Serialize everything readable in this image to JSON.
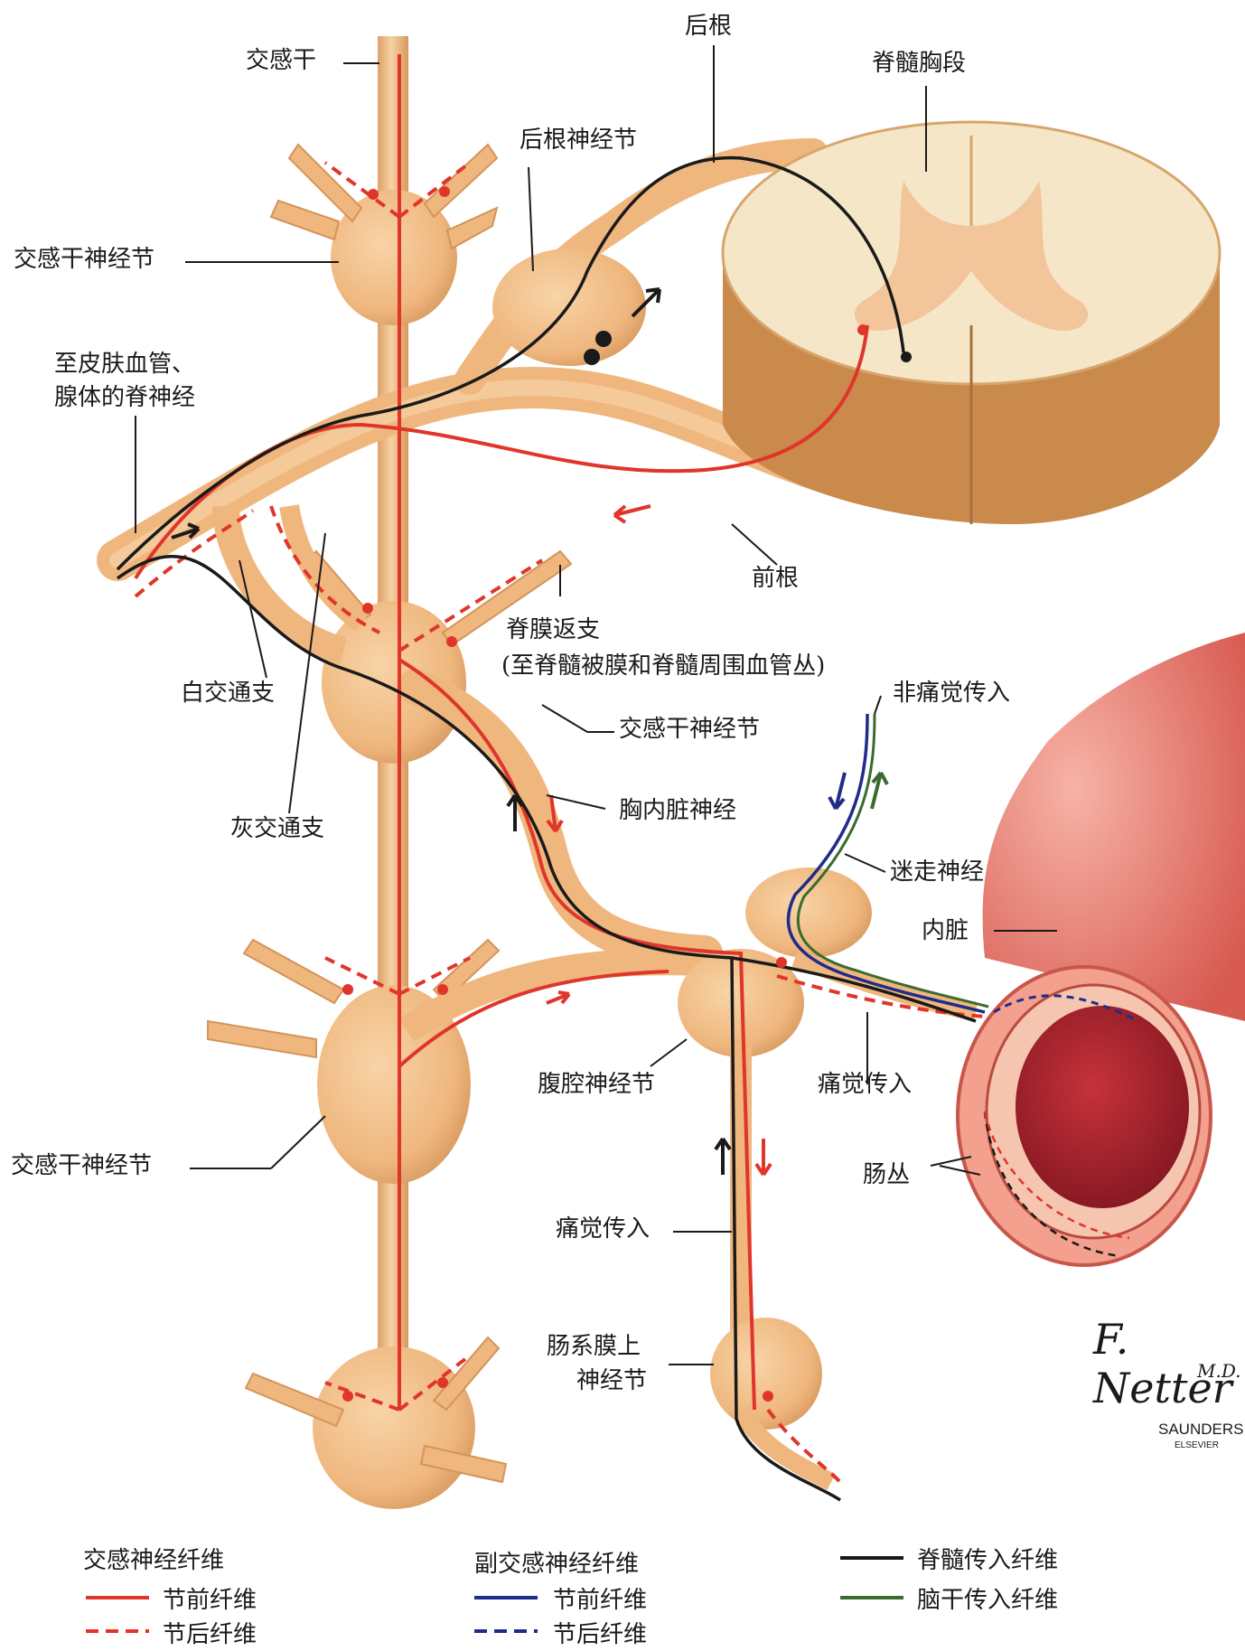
{
  "labels": {
    "sympathetic_trunk": "交感干",
    "dorsal_root": "后根",
    "spinal_cord_thoracic": "脊髓胸段",
    "dorsal_root_ganglion": "后根神经节",
    "sympathetic_ganglion_1": "交感干神经节",
    "to_skin_line1": "至皮肤血管、",
    "to_skin_line2": "腺体的脊神经",
    "ventral_root": "前根",
    "meningeal_branch": "脊膜返支",
    "meningeal_branch_note": "(至脊髓被膜和脊髓周围血管丛)",
    "white_ramus": "白交通支",
    "sympathetic_ganglion_2": "交感干神经节",
    "non_pain_afferent": "非痛觉传入",
    "gray_ramus": "灰交通支",
    "thoracic_splanchnic": "胸内脏神经",
    "vagus": "迷走神经",
    "viscera": "内脏",
    "celiac_ganglion": "腹腔神经节",
    "pain_afferent_1": "痛觉传入",
    "sympathetic_ganglion_3": "交感干神经节",
    "enteric_plexus": "肠丛",
    "pain_afferent_2": "痛觉传入",
    "sup_mesenteric_line1": "肠系膜上",
    "sup_mesenteric_line2": "神经节"
  },
  "signature": {
    "text": "F. Netter",
    "suffix": "M.D.",
    "publisher": "SAUNDERS",
    "imprint": "ELSEVIER"
  },
  "legend": {
    "sympathetic": {
      "title": "交感神经纤维",
      "items": [
        "节前纤维",
        "节后纤维"
      ]
    },
    "parasympathetic": {
      "title": "副交感神经纤维",
      "items": [
        "节前纤维",
        "节后纤维"
      ]
    },
    "afferent": {
      "items": [
        "脊髓传入纤维",
        "脑干传入纤维"
      ]
    }
  },
  "colors": {
    "nerve_fill": "#f2c08c",
    "nerve_shade": "#d99a5e",
    "sympathetic": "#e0352b",
    "parasympathetic": "#1f2c8a",
    "spinal_afferent": "#1a1a1a",
    "brainstem_afferent": "#3b6b2e",
    "cord_fill": "#f6e6c8",
    "cord_gray": "#f2c59a",
    "gut_outer": "#f08a80",
    "gut_lumen": "#b3262e"
  }
}
